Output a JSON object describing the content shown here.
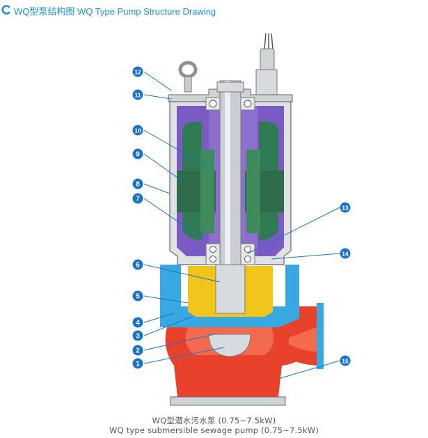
{
  "header": {
    "title": "WQ型泵结构图 WQ Type Pump Structure Drawing",
    "icon": "c-arc-icon",
    "accent_color": "#1a8fd0"
  },
  "diagram": {
    "callout_color": "#1a73c7",
    "callouts": [
      "1",
      "2",
      "3",
      "4",
      "5",
      "6",
      "7",
      "8",
      "9",
      "10",
      "11",
      "12",
      "13",
      "14",
      "15"
    ],
    "colors": {
      "motor_housing": "#7a5bc4",
      "stator": "#2e6b4a",
      "oil_chamber": "#f0c419",
      "pump_casing": "#e8412c",
      "cooling_jacket": "#3aa8e0",
      "metal": "#cfd3d6"
    }
  },
  "caption": {
    "line1": "WQ型潜水污水泵 (0.75~7.5kW)",
    "line2": "WQ type submersible sewage pump (0.75~7.5kW)"
  }
}
